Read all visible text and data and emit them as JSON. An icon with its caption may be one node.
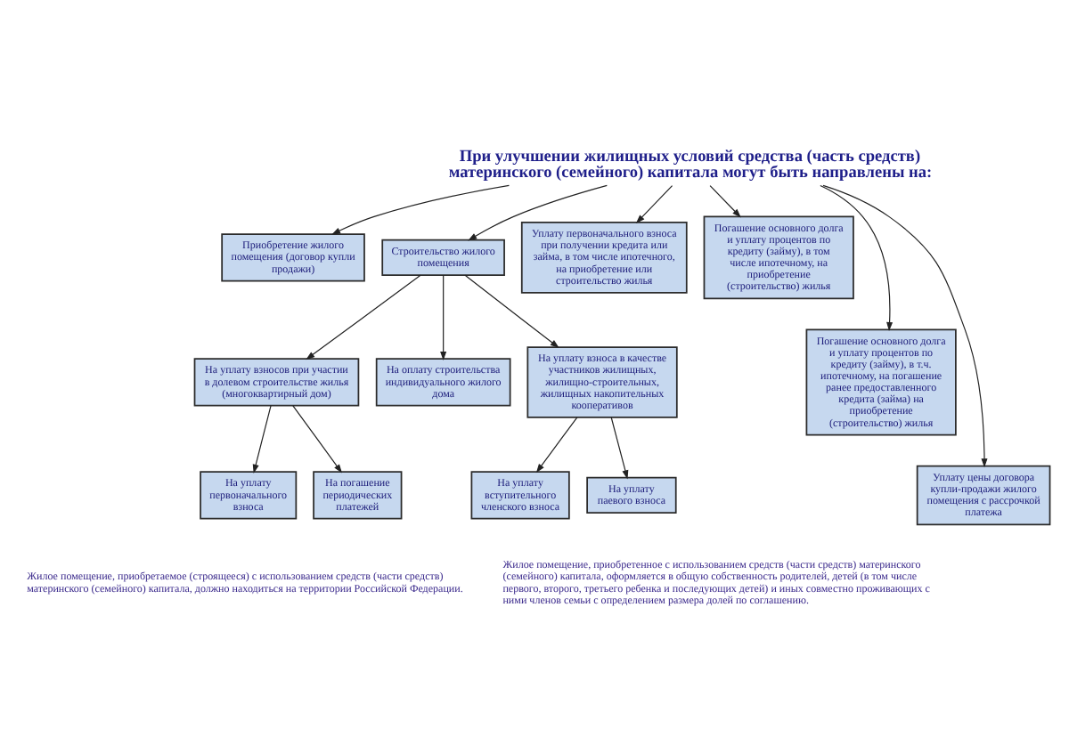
{
  "diagram": {
    "nodes": [
      {
        "text": [
          "При улучшении жилищных условий средства (часть средств) материнского (семейного) капитала могут быть направлены на:"
        ]
      },
      {
        "text": [
          "Приобретение жилого помещения (договор купли продажи)"
        ]
      },
      {
        "text": [
          "Строительство жилого помещения"
        ]
      },
      {
        "text": [
          "Уплату первоначального взноса при получении кредита или займа, в том числе ипотечного, на приобретение или строительство жилья"
        ]
      },
      {
        "text": [
          "Погашение основного долга и уплату процентов по кредиту (займу), в том числе ипотечному, на приобретение (строительство) жилья"
        ]
      },
      {
        "text": [
          "Погашение основного долга и уплату процентов по кредиту (займу), в т.ч. ипотечному, на погашение ранее предоставленного кредита (займа) на приобретение (строительство) жилья"
        ]
      },
      {
        "text": [
          "Уплату цены договора купли-продажи жилого помещения с рассрочкой платежа"
        ]
      },
      {
        "text": [
          "На уплату взносов при участии в долевом строительстве жилья (многоквартирный дом)"
        ]
      },
      {
        "text": [
          "На оплату строительства индивидуального жилого дома"
        ]
      },
      {
        "text": [
          "На уплату взноса в качестве участников жилищных, жилищно-строительных, жилищных накопительных кооперативов"
        ]
      },
      {
        "text": [
          "На уплату первоначального взноса"
        ]
      },
      {
        "text": [
          "На погашение периодических платежей"
        ]
      },
      {
        "text": [
          "На уплату вступительного членского взноса"
        ]
      },
      {
        "text": [
          "На уплату паевого взноса"
        ]
      }
    ],
    "edges": [
      {
        "from": 0,
        "to": 1,
        "arrow": "to"
      },
      {
        "from": 0,
        "to": 2,
        "arrow": "to"
      },
      {
        "from": 0,
        "to": 3,
        "arrow": "to"
      },
      {
        "from": 0,
        "to": 4,
        "arrow": "to"
      },
      {
        "from": 0,
        "to": 5,
        "arrow": "to"
      },
      {
        "from": 0,
        "to": 6,
        "arrow": "to"
      },
      {
        "from": 2,
        "to": 7,
        "arrow": "to"
      },
      {
        "from": 2,
        "to": 8,
        "arrow": "to"
      },
      {
        "from": 2,
        "to": 9,
        "arrow": "to"
      },
      {
        "from": 7,
        "to": 10,
        "arrow": "to"
      },
      {
        "from": 7,
        "to": 11,
        "arrow": "to"
      },
      {
        "from": 9,
        "to": 12,
        "arrow": "to"
      },
      {
        "from": 9,
        "to": 13,
        "arrow": "to"
      }
    ],
    "labels": [
      "Жилое помещение, приобретаемое (строящееся) с использованием средств (части средств) материнского (семейного) капитала, должно находиться на территории Российской Федерации.",
      "Жилое помещение, приобретенное с использованием средств (части средств) материнского (семейного) капитала, оформляется в общую собственность родителей, детей (в том числе первого, второго, третьего ребенка и последующих детей) и иных совместно проживающих с ними членов семьи с определением размера долей по соглашению."
    ]
  }
}
